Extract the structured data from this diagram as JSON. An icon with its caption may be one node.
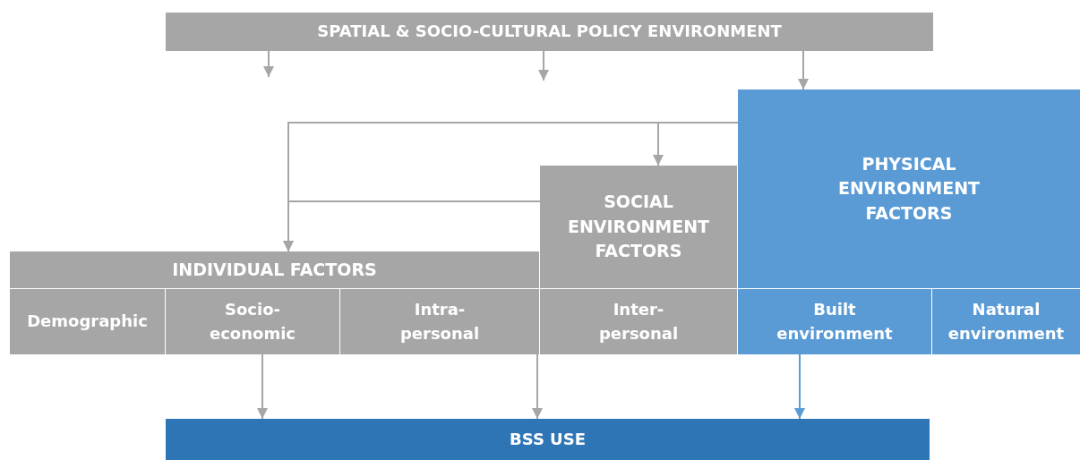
{
  "diagram": {
    "nodes": [
      {
        "text": [
          "SPATIAL & SOCIO-CULTURAL POLICY ENVIRONMENT"
        ]
      },
      {
        "text": [
          "PHYSICAL ENVIRONMENT FACTORS"
        ]
      },
      {
        "text": [
          "SOCIAL ENVIRONMENT FACTORS"
        ]
      },
      {
        "text": [
          "INDIVIDUAL FACTORS"
        ]
      },
      {
        "text": [
          "Demographic"
        ]
      },
      {
        "text": [
          "Socio-economic"
        ]
      },
      {
        "text": [
          "Intra-personal"
        ]
      },
      {
        "text": [
          "Inter-personal"
        ]
      },
      {
        "text": [
          "Built environment"
        ]
      },
      {
        "text": [
          "Natural environment"
        ]
      },
      {
        "text": [
          "BSS USE"
        ]
      }
    ],
    "edges": [
      {
        "from": 0,
        "to": null,
        "arrow": "to"
      },
      {
        "from": 0,
        "to": null,
        "arrow": "to"
      },
      {
        "from": 0,
        "to": 1,
        "arrow": "to"
      },
      {
        "from": 1,
        "to": 2,
        "arrow": "to"
      },
      {
        "from": 1,
        "to": 3,
        "arrow": "to"
      },
      {
        "from": 2,
        "to": 3,
        "arrow": "to"
      },
      {
        "from": 5,
        "to": 10,
        "arrow": "to"
      },
      {
        "from": 6,
        "to": 10,
        "arrow": "to"
      },
      {
        "from": 8,
        "to": 10,
        "arrow": "to",
        "color": "#5b9bd5"
      }
    ]
  }
}
